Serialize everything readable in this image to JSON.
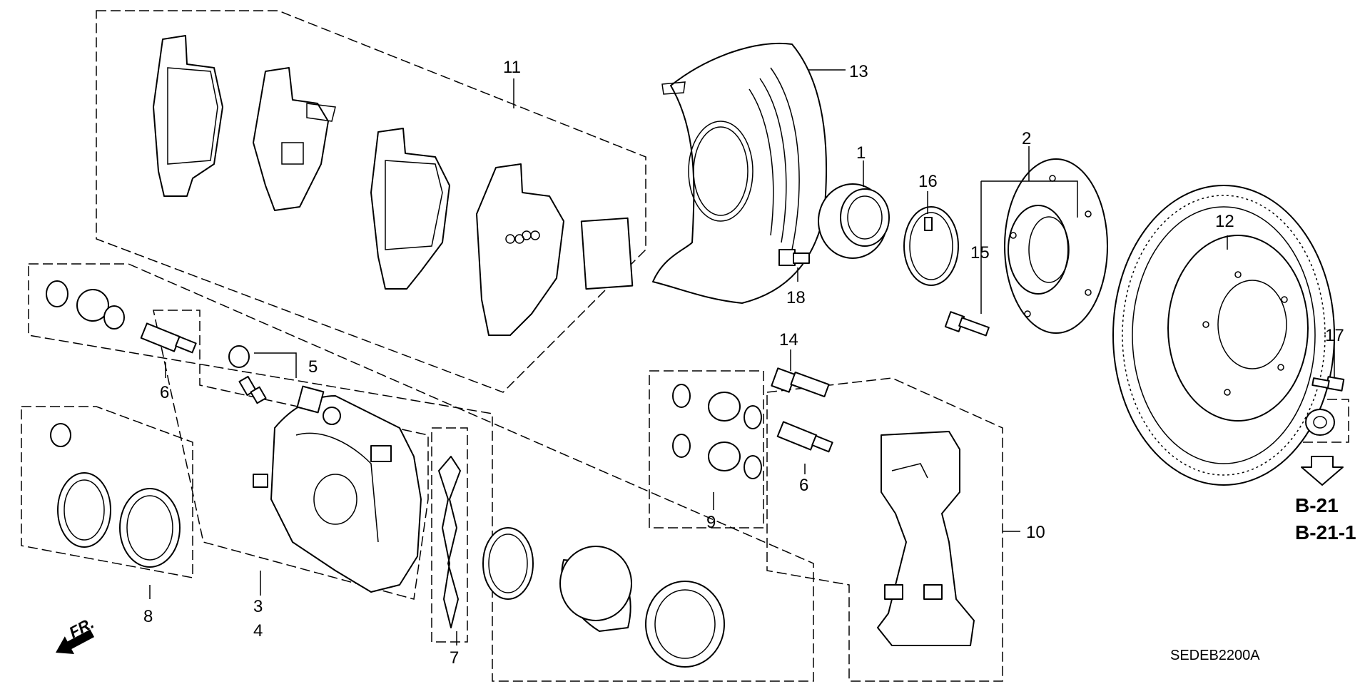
{
  "callouts": [
    "1",
    "2",
    "3",
    "4",
    "5",
    "6",
    "6",
    "7",
    "8",
    "9",
    "10",
    "11",
    "12",
    "13",
    "14",
    "15",
    "16",
    "17",
    "18"
  ],
  "references": [
    "B-21",
    "B-21-1"
  ],
  "diagram_code": "SEDEB2200A",
  "direction_label": "FR."
}
